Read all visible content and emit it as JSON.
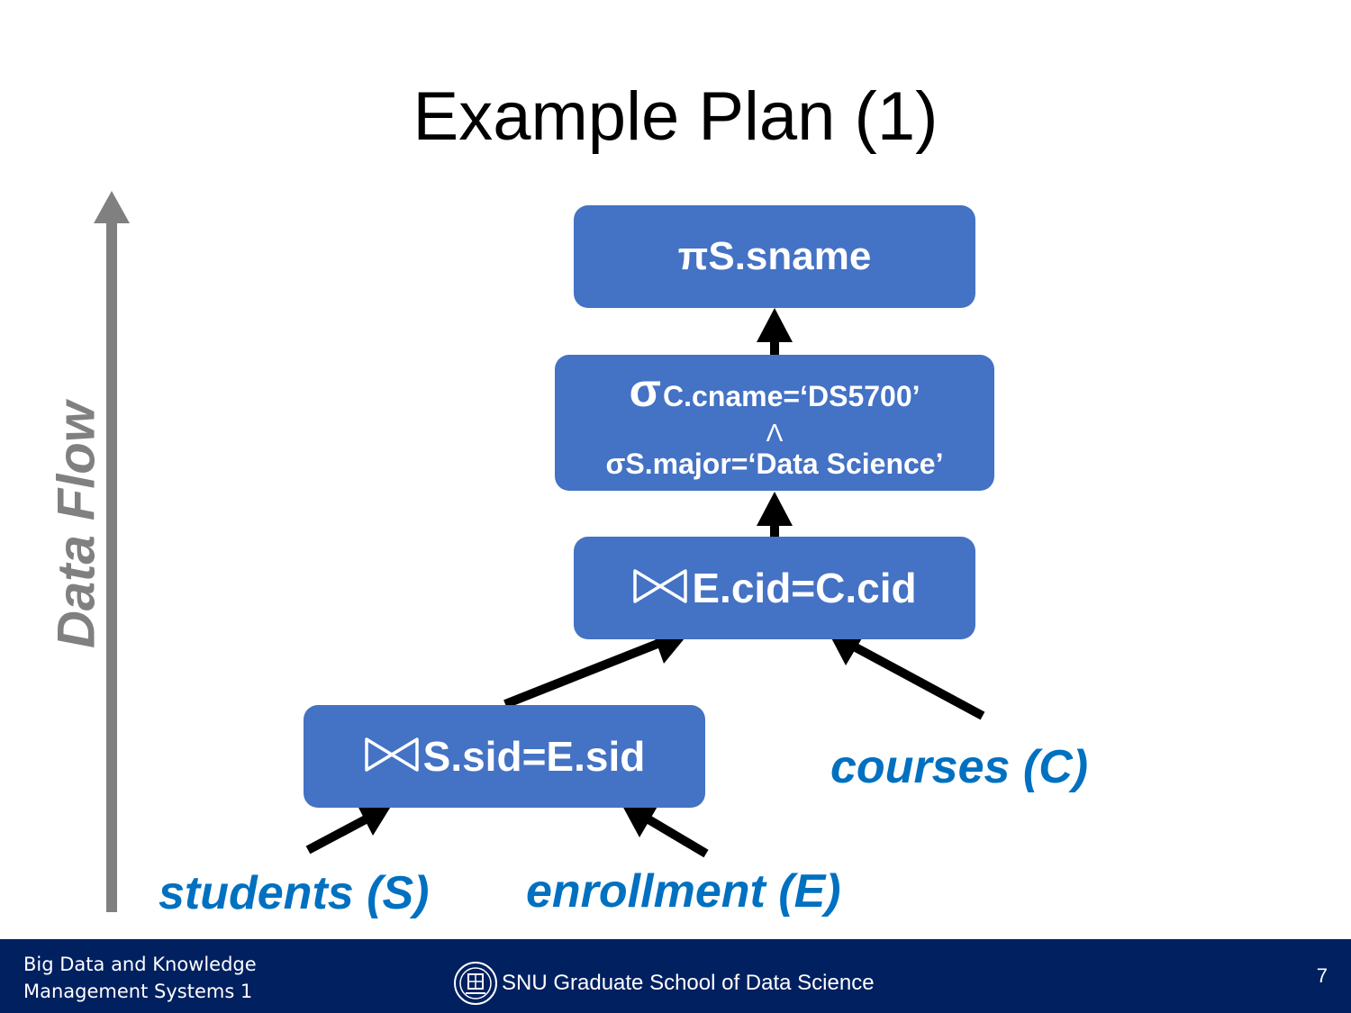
{
  "title": "Example Plan (1)",
  "side_label": "Data Flow",
  "nodes": {
    "projection": {
      "symbol": "π",
      "text": "S.sname"
    },
    "selection": {
      "line1_symbol": "σ",
      "line1_text": "C.cname=‘DS5700’",
      "and_symbol": "Λ",
      "line2_symbol": "σ",
      "line2_text": "S.major=‘Data Science’"
    },
    "join_top": {
      "text": "E.cid=C.cid"
    },
    "join_bottom": {
      "text": "S.sid=E.sid"
    }
  },
  "relations": {
    "courses": "courses (C)",
    "students": "students (S)",
    "enrollment": "enrollment (E)"
  },
  "footer": {
    "course_line1": "Big Data and Knowledge",
    "course_line2": "Management Systems 1",
    "school": "SNU Graduate School of Data Science",
    "page": "7"
  },
  "colors": {
    "node_fill": "#4472C4",
    "relation_text": "#0070C0",
    "flow_arrow": "#808080",
    "footer_bg": "#002060"
  }
}
